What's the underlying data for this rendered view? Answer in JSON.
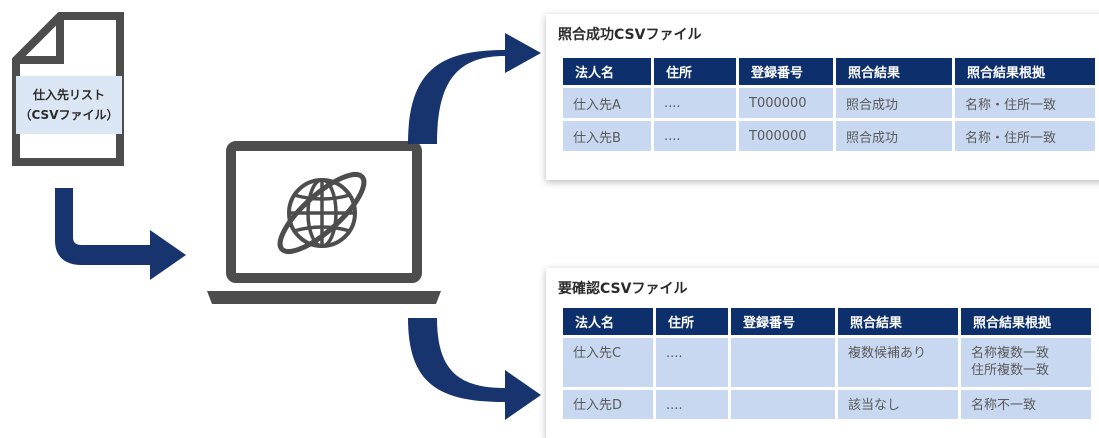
{
  "source_file": {
    "label_line1": "仕入先リスト",
    "label_line2": "（CSVファイル）"
  },
  "center": {
    "device_icon": "laptop-globe-icon"
  },
  "success_file": {
    "title": "照合成功CSVファイル",
    "headers": [
      "法人名",
      "住所",
      "登録番号",
      "照合結果",
      "照合結果根拠"
    ],
    "rows": [
      [
        "仕入先A",
        "....",
        "T000000",
        "照合成功",
        "名称・住所一致"
      ],
      [
        "仕入先B",
        "....",
        "T000000",
        "照合成功",
        "名称・住所一致"
      ]
    ]
  },
  "check_file": {
    "title": "要確認CSVファイル",
    "headers": [
      "法人名",
      "住所",
      "登録番号",
      "照合結果",
      "照合結果根拠"
    ],
    "rows": [
      [
        "仕入先C",
        "....",
        "",
        "複数候補あり",
        "名称複数一致\n住所複数一致"
      ],
      [
        "仕入先D",
        "....",
        "",
        "該当なし",
        "名称不一致"
      ]
    ]
  },
  "colors": {
    "arrow": "#17346f",
    "header_bg": "#0d2f6c",
    "cell_bg": "#c9d8f1",
    "icon_gray": "#4d4d4d"
  }
}
